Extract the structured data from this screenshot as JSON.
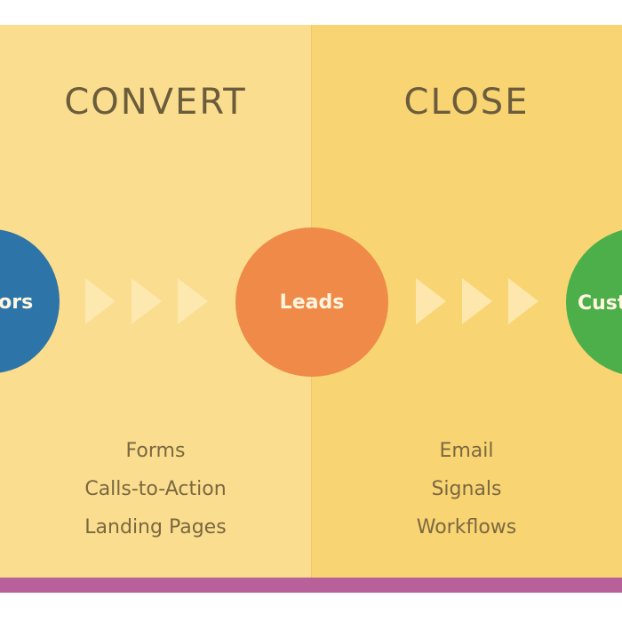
{
  "stages": [
    {
      "title": "CONVERT",
      "tools": [
        "Forms",
        "Calls-to-Action",
        "Landing Pages"
      ]
    },
    {
      "title": "CLOSE",
      "tools": [
        "Email",
        "Signals",
        "Workflows"
      ]
    }
  ],
  "nodes": [
    {
      "label": "Visitors",
      "color": "#2d74a9"
    },
    {
      "label": "Leads",
      "color": "#ef8a48"
    },
    {
      "label": "Customers",
      "color": "#4daf4a"
    }
  ],
  "colors": {
    "convert_bg": "#fadd8e",
    "close_bg": "#f9d473",
    "bottom_bar": "#b8609a"
  }
}
